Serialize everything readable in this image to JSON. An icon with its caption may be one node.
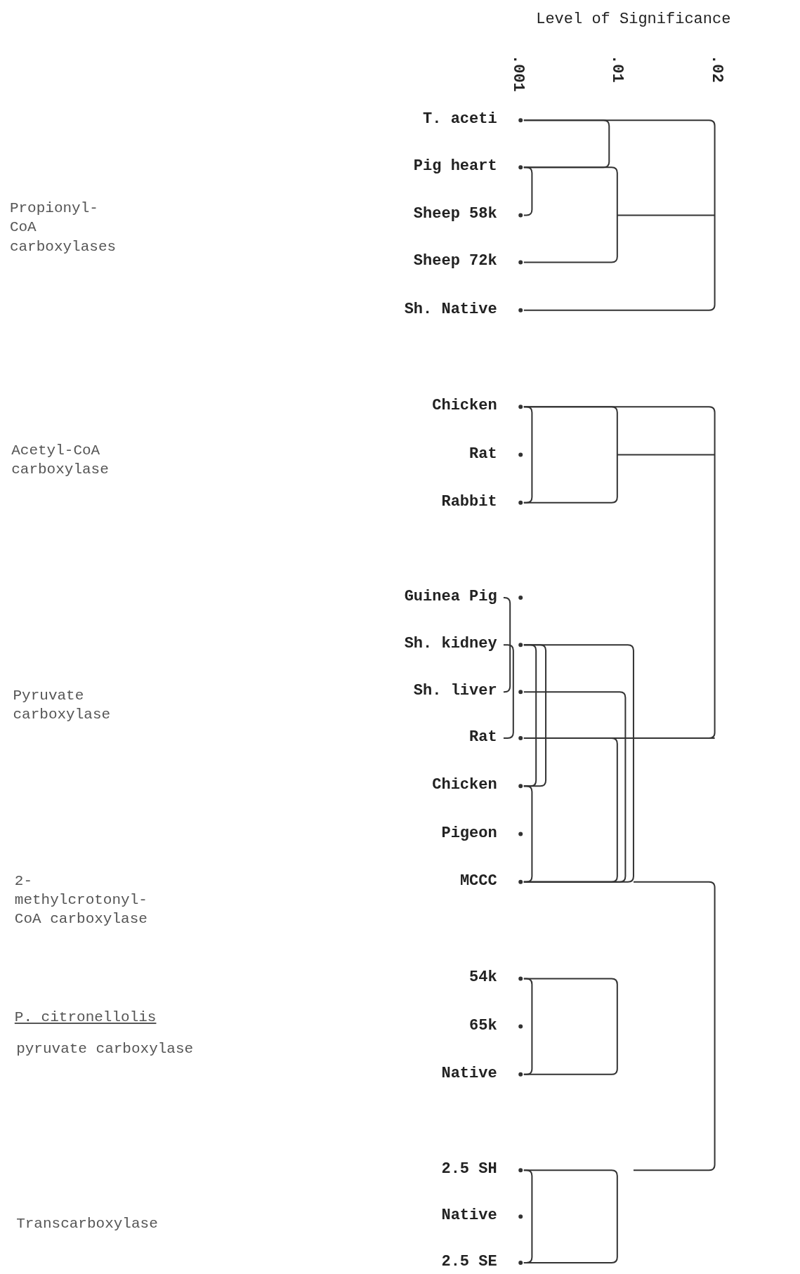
{
  "diagram": {
    "title": "Level of Significance",
    "labels": [
      ".001",
      ".01",
      ".02",
      "T. aceti",
      "Pig heart",
      "Propionyl-CoA carboxylases",
      "Sheep 58k",
      "Sheep 72k",
      "Sh. Native",
      "Chicken",
      "Acetyl-CoA carboxylase",
      "Rat",
      "Rabbit",
      "Guinea Pig",
      "Sh. kidney",
      "Sh. liver",
      "Pyruvate carboxylase",
      "Rat",
      "Chicken",
      "Pigeon",
      "2-methylcrotonyl-CoA carboxylase",
      "MCCC",
      "54k",
      "P. citronellolis",
      "65k",
      "pyruvate carboxylase",
      "Native",
      "2.5 SH",
      "Native",
      "Transcarboxylase",
      "2.5 SE"
    ]
  }
}
